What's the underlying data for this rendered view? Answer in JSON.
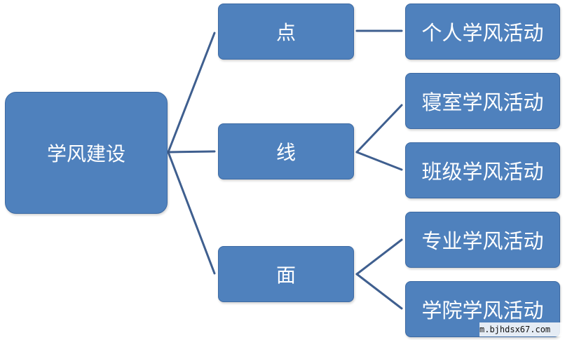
{
  "diagram": {
    "root": {
      "label": "学风建设"
    },
    "branches": [
      {
        "label": "点"
      },
      {
        "label": "线"
      },
      {
        "label": "面"
      }
    ],
    "leaves": [
      {
        "label": "个人学风活动"
      },
      {
        "label": "寝室学风活动"
      },
      {
        "label": "班级学风活动"
      },
      {
        "label": "专业学风活动"
      },
      {
        "label": "学院学风活动"
      }
    ]
  },
  "watermark": "m.bjhdsx67.com",
  "colors": {
    "node_fill": "#4f81bd",
    "node_border": "#3d6aa3",
    "connector": "#3f5f8f",
    "text": "#ffffff"
  }
}
